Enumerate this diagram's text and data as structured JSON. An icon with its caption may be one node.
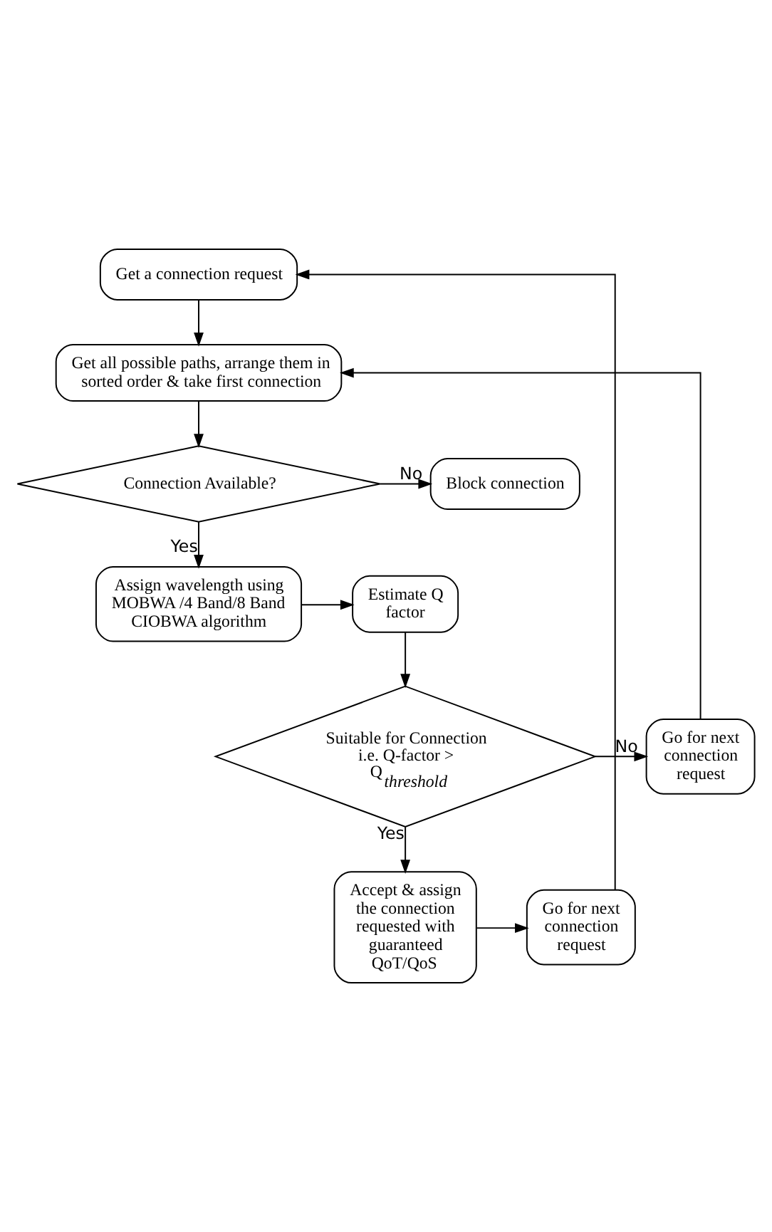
{
  "diagram": {
    "nodes": [
      {
        "text": [
          "Get a connection request"
        ]
      },
      {
        "text": [
          "Get all possible paths, arrange them in sorted order & take first connection"
        ]
      },
      {
        "text": [
          "Connection Available?"
        ]
      },
      {
        "text": [
          "Block connection"
        ]
      },
      {
        "text": [
          "Assign wavelength using MOBWA /4 Band/8 Band CIOBWA algorithm"
        ]
      },
      {
        "text": [
          "Estimate Q factor"
        ]
      },
      {
        "text": [
          "Suitable for Connection i.e. Q-factor > Q$_{threshold}$"
        ]
      },
      {
        "text": [
          "Go for next connection request"
        ]
      },
      {
        "text": [
          "Accept & assign the connection requested with guaranteed QoT/QoS"
        ]
      },
      {
        "text": [
          "Go for next connection request"
        ]
      }
    ],
    "edges": [
      {
        "from": 0,
        "to": 1,
        "arrow": "to"
      },
      {
        "from": 1,
        "to": 2,
        "arrow": "to"
      },
      {
        "from": 2,
        "to": 3,
        "arrow": "to",
        "label": "No"
      },
      {
        "from": 2,
        "to": 4,
        "arrow": "to",
        "label": "Yes"
      },
      {
        "from": 4,
        "to": 5,
        "arrow": "to"
      },
      {
        "from": 5,
        "to": 6,
        "arrow": "to"
      },
      {
        "from": 6,
        "to": 7,
        "arrow": "to",
        "label": "No"
      },
      {
        "from": 6,
        "to": 8,
        "arrow": "to",
        "label": "Yes"
      },
      {
        "from": 7,
        "to": 1,
        "arrow": "to"
      },
      {
        "from": 8,
        "to": 9,
        "arrow": "to"
      },
      {
        "from": 9,
        "to": 0,
        "arrow": "to"
      }
    ]
  }
}
